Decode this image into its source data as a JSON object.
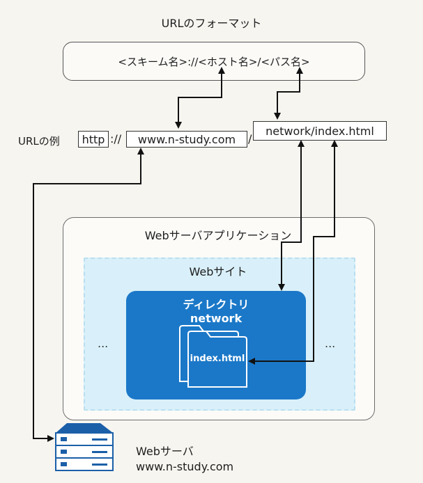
{
  "title": "URLのフォーマット",
  "format": "<スキーム名>://<ホスト名>/<パス名>",
  "url_example": {
    "label": "URLの例",
    "scheme": "http",
    "separator": "://",
    "host": "www.n-study.com",
    "slash": "/",
    "path": "network/index.html"
  },
  "app": {
    "label": "Webサーバアプリケーション"
  },
  "site": {
    "label": "Webサイト",
    "ellipsis_left": "...",
    "ellipsis_right": "..."
  },
  "directory": {
    "label": "ディレクトリ",
    "name": "network",
    "file": "index.html"
  },
  "server": {
    "label": "Webサーバ",
    "host": "www.n-study.com"
  },
  "colors": {
    "directory": "#1b78c8",
    "site": "#d9f0fa",
    "arrow": "#111111"
  }
}
